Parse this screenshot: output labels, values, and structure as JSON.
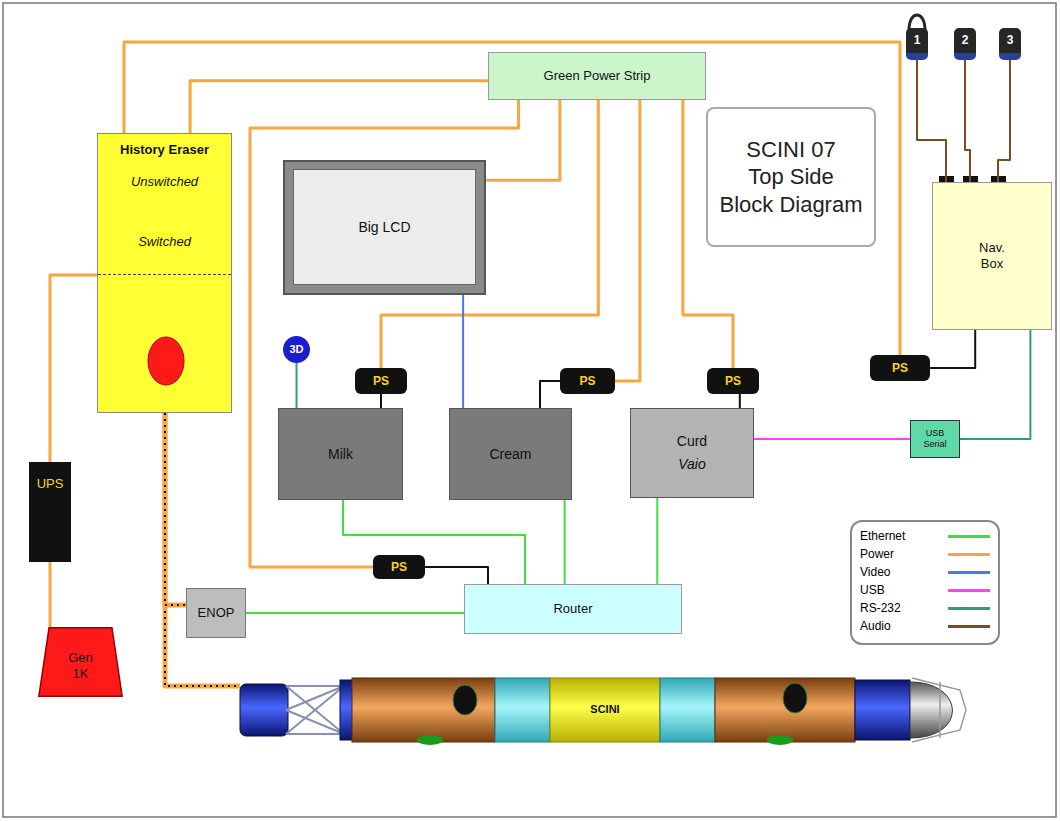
{
  "diagram": {
    "title": "SCINI 07 Top Side Block Diagram",
    "nodes": [
      {
        "text": [
          "1"
        ]
      },
      {
        "text": [
          "2"
        ]
      },
      {
        "text": [
          "3"
        ]
      },
      {
        "text": [
          "Green Power Strip"
        ]
      },
      {
        "text": [
          "History Eraser",
          "Unswitched",
          "Switched"
        ]
      },
      {
        "text": [
          "Big LCD"
        ]
      },
      {
        "text": [
          "Nav. Box"
        ]
      },
      {
        "text": [
          "3D"
        ]
      },
      {
        "text": [
          "PS"
        ]
      },
      {
        "text": [
          "PS"
        ]
      },
      {
        "text": [
          "PS"
        ]
      },
      {
        "text": [
          "PS"
        ]
      },
      {
        "text": [
          "Milk"
        ]
      },
      {
        "text": [
          "Cream"
        ]
      },
      {
        "text": [
          "Curd",
          "Vaio"
        ]
      },
      {
        "text": [
          "USB Serial"
        ]
      },
      {
        "text": [
          "UPS"
        ]
      },
      {
        "text": [
          "ENOP"
        ]
      },
      {
        "text": [
          "PS"
        ]
      },
      {
        "text": [
          "Router"
        ]
      },
      {
        "text": [
          "Gen 1K"
        ]
      },
      {
        "text": [
          "SCINI"
        ]
      }
    ],
    "edges": [
      {
        "from": 4,
        "to": 11,
        "arrow": "none"
      },
      {
        "from": 4,
        "to": 3,
        "arrow": "none"
      },
      {
        "from": 3,
        "to": 18,
        "arrow": "none"
      },
      {
        "from": 3,
        "to": 5,
        "arrow": "none"
      },
      {
        "from": 3,
        "to": 8,
        "arrow": "none"
      },
      {
        "from": 3,
        "to": 9,
        "arrow": "none"
      },
      {
        "from": 3,
        "to": 10,
        "arrow": "none"
      },
      {
        "from": 8,
        "to": 12,
        "arrow": "none"
      },
      {
        "from": 9,
        "to": 13,
        "arrow": "none"
      },
      {
        "from": 10,
        "to": 14,
        "arrow": "none"
      },
      {
        "from": 11,
        "to": 6,
        "arrow": "none"
      },
      {
        "from": 18,
        "to": 19,
        "arrow": "none"
      },
      {
        "from": 7,
        "to": 12,
        "arrow": "none"
      },
      {
        "from": 5,
        "to": 13,
        "arrow": "none"
      },
      {
        "from": 12,
        "to": 19,
        "arrow": "none"
      },
      {
        "from": 13,
        "to": 19,
        "arrow": "none"
      },
      {
        "from": 14,
        "to": 19,
        "arrow": "none"
      },
      {
        "from": 17,
        "to": 19,
        "arrow": "none"
      },
      {
        "from": 14,
        "to": 15,
        "arrow": "none"
      },
      {
        "from": 15,
        "to": 6,
        "arrow": "none"
      },
      {
        "from": 0,
        "to": 6,
        "arrow": "none"
      },
      {
        "from": 1,
        "to": 6,
        "arrow": "none"
      },
      {
        "from": 2,
        "to": 6,
        "arrow": "none"
      },
      {
        "from": 4,
        "to": 16,
        "arrow": "none"
      },
      {
        "from": 16,
        "to": 20,
        "arrow": "none"
      },
      {
        "from": 4,
        "to": 21,
        "arrow": "none"
      },
      {
        "from": 4,
        "to": 17,
        "arrow": "none"
      }
    ],
    "legend": [
      {
        "text": "Ethernet",
        "color": "#3ee03e"
      },
      {
        "text": "Power",
        "color": "#f7a640"
      },
      {
        "text": "Video",
        "color": "#4a78e8"
      },
      {
        "text": "USB",
        "color": "#ff40ff"
      },
      {
        "text": "RS-232",
        "color": "#2f9e78"
      },
      {
        "text": "Audio",
        "color": "#7b4b22"
      }
    ]
  }
}
